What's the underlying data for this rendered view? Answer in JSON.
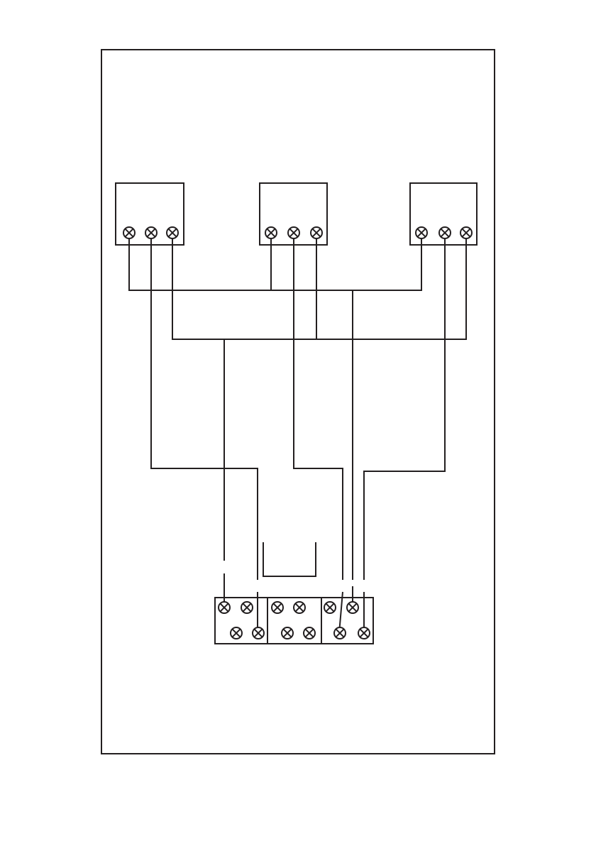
{
  "diagram": {
    "type": "wiring-diagram",
    "frame": "enclosure-outline",
    "devices": [
      {
        "name": "device-left",
        "terminals": 3
      },
      {
        "name": "device-center",
        "terminals": 3
      },
      {
        "name": "device-right",
        "terminals": 3
      }
    ],
    "terminal_block": {
      "sections": 3,
      "terminals_per_section": 4
    },
    "terminal_icon": "circle-cross",
    "line_color": "#231f20",
    "background_color": "#ffffff"
  }
}
